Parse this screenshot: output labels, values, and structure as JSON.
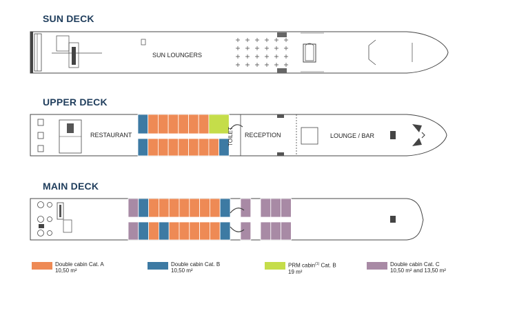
{
  "decks": [
    {
      "title": "SUN DECK",
      "labels": [
        "SUN LOUNGERS"
      ]
    },
    {
      "title": "UPPER DECK",
      "labels": [
        "RESTAURANT",
        "RECEPTION",
        "LOUNGE / BAR",
        "TOILET"
      ]
    },
    {
      "title": "MAIN DECK",
      "labels": []
    }
  ],
  "colors": {
    "cat_a": "#ee8a55",
    "cat_b": "#3d7aa3",
    "prm_b": "#c5dd4a",
    "cat_c": "#a88aa5",
    "outline": "#444444",
    "title": "#1f3d5c"
  },
  "cabins": {
    "upper_top": [
      "cat_b",
      "cat_a",
      "cat_a",
      "cat_a",
      "cat_a",
      "cat_a",
      "cat_a",
      "prm_b",
      "prm_b"
    ],
    "upper_bottom": [
      "cat_b",
      "cat_a",
      "cat_a",
      "cat_a",
      "cat_a",
      "cat_a",
      "cat_a",
      "cat_a",
      "cat_b"
    ],
    "main_top_left": [
      "cat_c",
      "cat_b",
      "cat_a",
      "cat_a",
      "cat_a",
      "cat_a",
      "cat_a",
      "cat_a",
      "cat_a",
      "cat_b"
    ],
    "main_bottom_left": [
      "cat_c",
      "cat_b",
      "cat_a",
      "cat_b",
      "cat_a",
      "cat_a",
      "cat_a",
      "cat_a",
      "cat_a",
      "cat_b"
    ],
    "main_top_right": [
      "cat_c",
      "cat_c",
      "cat_c",
      "cat_c"
    ],
    "main_bottom_right": [
      "cat_c",
      "cat_c",
      "cat_c",
      "cat_c"
    ]
  },
  "legend": [
    {
      "name": "Double cabin Cat. A",
      "size": "10,50 m²",
      "color": "cat_a"
    },
    {
      "name": "Double cabin Cat. B",
      "size": "10,50 m²",
      "color": "cat_b"
    },
    {
      "name": "PRM cabin",
      "sup": "(1)",
      "name_suffix": " Cat. B",
      "size": "19 m²",
      "color": "prm_b"
    },
    {
      "name": "Double cabin Cat. C",
      "size": "10,50 m² and 13,50 m²",
      "color": "cat_c"
    }
  ]
}
